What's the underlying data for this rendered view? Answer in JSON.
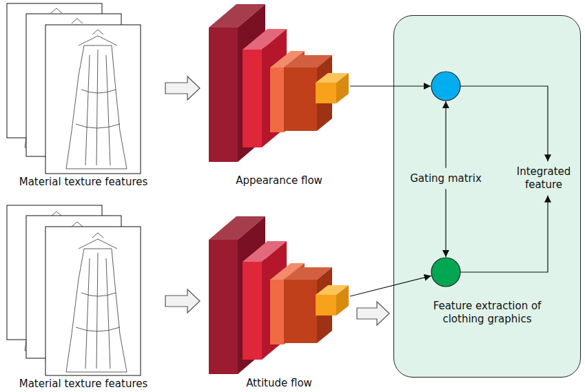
{
  "diagram": {
    "nodes": [
      {
        "text": [
          "Material texture features"
        ]
      },
      {
        "text": [
          "Appearance flow"
        ]
      },
      {
        "text": [
          "Feature extraction of clothing graphics"
        ]
      },
      {
        "text": [
          "Gating matrix"
        ],
        "in": 2
      },
      {
        "text": [
          "Integrated feature"
        ],
        "in": 2
      },
      {
        "text": [
          "Material texture features"
        ]
      },
      {
        "text": [
          "Attitude flow"
        ]
      }
    ],
    "edges": [
      {
        "from": 0,
        "to": 1,
        "arrow": "to"
      },
      {
        "from": 5,
        "to": 6,
        "arrow": "to"
      },
      {
        "from": 6,
        "to": 2,
        "arrow": "to"
      }
    ]
  }
}
